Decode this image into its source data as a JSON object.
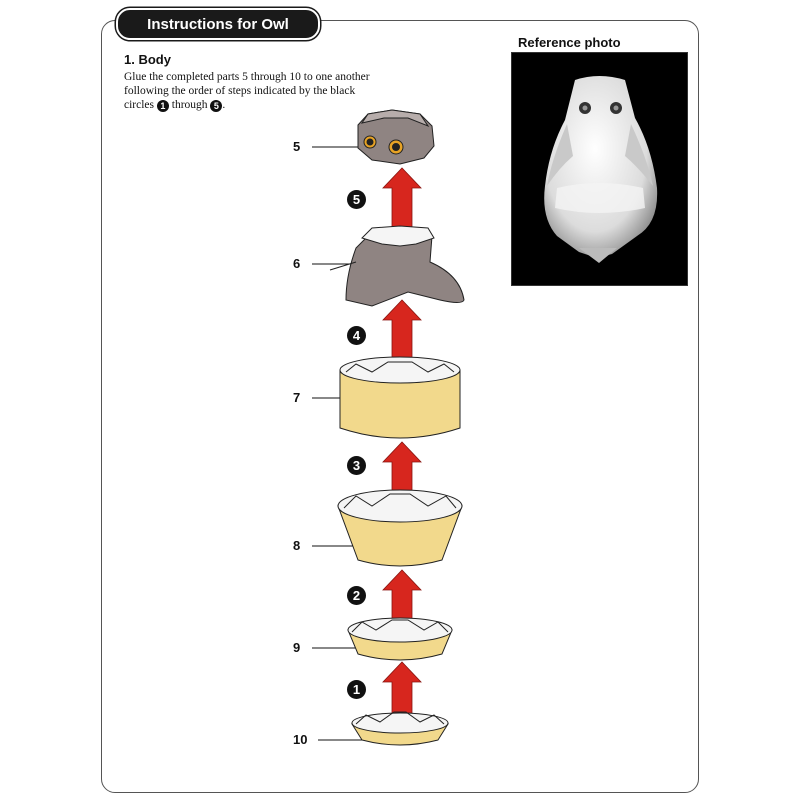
{
  "header": {
    "title": "Instructions for Owl"
  },
  "section": {
    "title": "1. Body",
    "text_1": "Glue the completed parts 5 through 10 to one another following the order of steps indicated by the black circles",
    "step_first": "1",
    "text_2": "through",
    "step_last": "5",
    "text_3": "."
  },
  "reference": {
    "title": "Reference photo"
  },
  "parts": [
    "5",
    "6",
    "7",
    "8",
    "9",
    "10"
  ],
  "steps": [
    "5",
    "4",
    "3",
    "2",
    "1"
  ],
  "colors": {
    "arrow": "#d7261e",
    "paper_yellow": "#f2d98c",
    "paper_gray": "#8f8482",
    "frame": "#555555"
  }
}
